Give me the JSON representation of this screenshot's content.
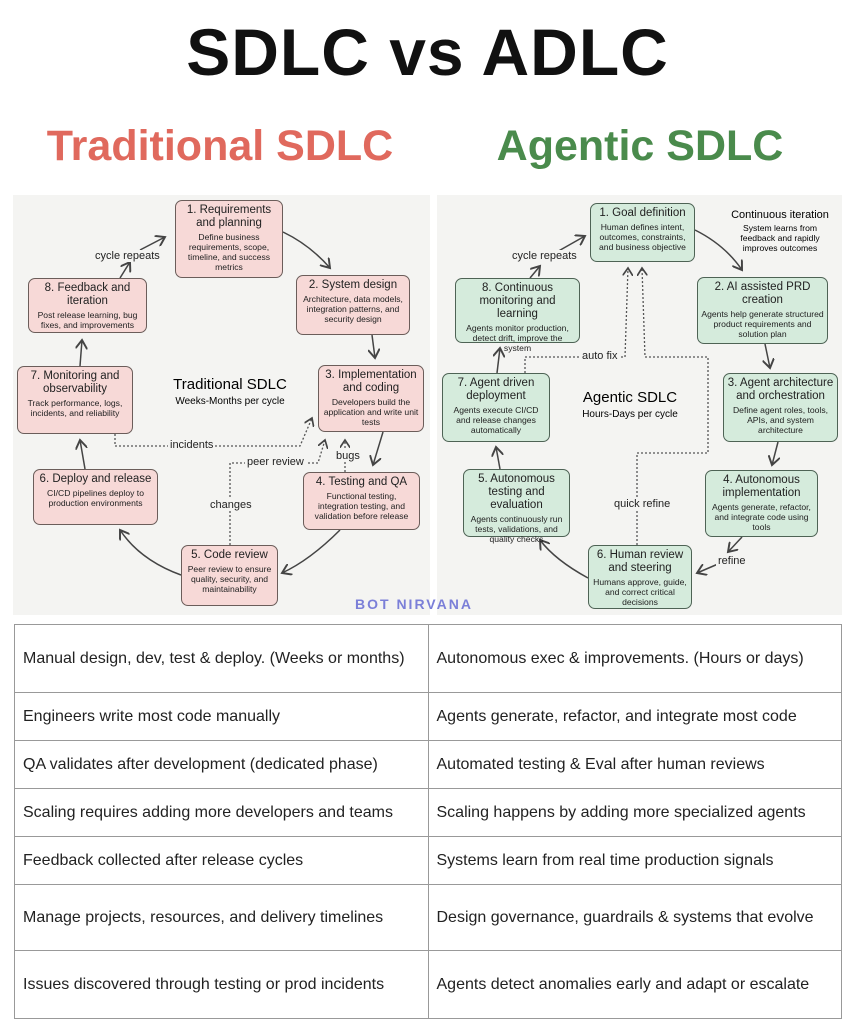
{
  "title": "SDLC vs ADLC",
  "left": {
    "heading": "Traditional SDLC",
    "center_title": "Traditional SDLC",
    "center_sub": "Weeks-Months per cycle",
    "steps": [
      {
        "h": "1. Requirements and planning",
        "d": "Define business requirements, scope, timeline, and success metrics"
      },
      {
        "h": "2. System design",
        "d": "Architecture, data models, integration patterns, and security design"
      },
      {
        "h": "3. Implementation and coding",
        "d": "Developers build the application and write unit tests"
      },
      {
        "h": "4. Testing and QA",
        "d": "Functional testing, integration testing, and validation before release"
      },
      {
        "h": "5. Code review",
        "d": "Peer review to ensure quality, security, and maintainability"
      },
      {
        "h": "6. Deploy and release",
        "d": "CI/CD pipelines deploy to production environments"
      },
      {
        "h": "7. Monitoring and observability",
        "d": "Track performance, logs, incidents, and reliability"
      },
      {
        "h": "8. Feedback and iteration",
        "d": "Post release learning, bug fixes, and improvements"
      }
    ],
    "labels": [
      "cycle repeats",
      "incidents",
      "peer review",
      "bugs",
      "changes"
    ]
  },
  "right": {
    "heading": "Agentic SDLC",
    "center_title": "Agentic SDLC",
    "center_sub": "Hours-Days per cycle",
    "note_title": "Continuous iteration",
    "note_text": "System learns from feedback and rapidly improves outcomes",
    "steps": [
      {
        "h": "1. Goal definition",
        "d": "Human defines intent, outcomes, constraints, and business objective"
      },
      {
        "h": "2. AI assisted PRD creation",
        "d": "Agents help generate structured product requirements and solution plan"
      },
      {
        "h": "3. Agent architecture and orchestration",
        "d": "Define agent roles, tools, APIs, and system architecture"
      },
      {
        "h": "4. Autonomous implementation",
        "d": "Agents generate, refactor, and integrate code using tools"
      },
      {
        "h": "5. Autonomous testing and evaluation",
        "d": "Agents continuously run tests, validations, and quality checks"
      },
      {
        "h": "6. Human review and steering",
        "d": "Humans approve, guide, and correct critical decisions"
      },
      {
        "h": "7. Agent driven deployment",
        "d": "Agents execute CI/CD and release changes automatically"
      },
      {
        "h": "8. Continuous monitoring and learning",
        "d": "Agents monitor production, detect drift, improve the system"
      }
    ],
    "labels": [
      "cycle repeats",
      "auto fix",
      "quick refine",
      "refine"
    ]
  },
  "watermark": "BOT NIRVANA",
  "table": [
    [
      "Manual design, dev, test & deploy. (Weeks or months)",
      "Autonomous exec & improvements. (Hours or days)"
    ],
    [
      "Engineers write most code manually",
      "Agents generate, refactor, and integrate most code"
    ],
    [
      "QA validates after development (dedicated phase)",
      "Automated testing & Eval after human reviews"
    ],
    [
      "Scaling requires adding more developers and teams",
      "Scaling happens by adding more specialized agents"
    ],
    [
      "Feedback collected after release cycles",
      "Systems learn from real time production signals"
    ],
    [
      "Manage projects, resources, and delivery timelines",
      "Design governance, guardrails & systems that evolve"
    ],
    [
      "Issues discovered through testing or prod incidents",
      "Agents detect anomalies early and adapt or escalate"
    ]
  ],
  "colors": {
    "sdlc": "#e0695d",
    "adlc": "#4a8b4c",
    "sdlc_box": "#f7d9d7",
    "adlc_box": "#d5ebdc"
  }
}
